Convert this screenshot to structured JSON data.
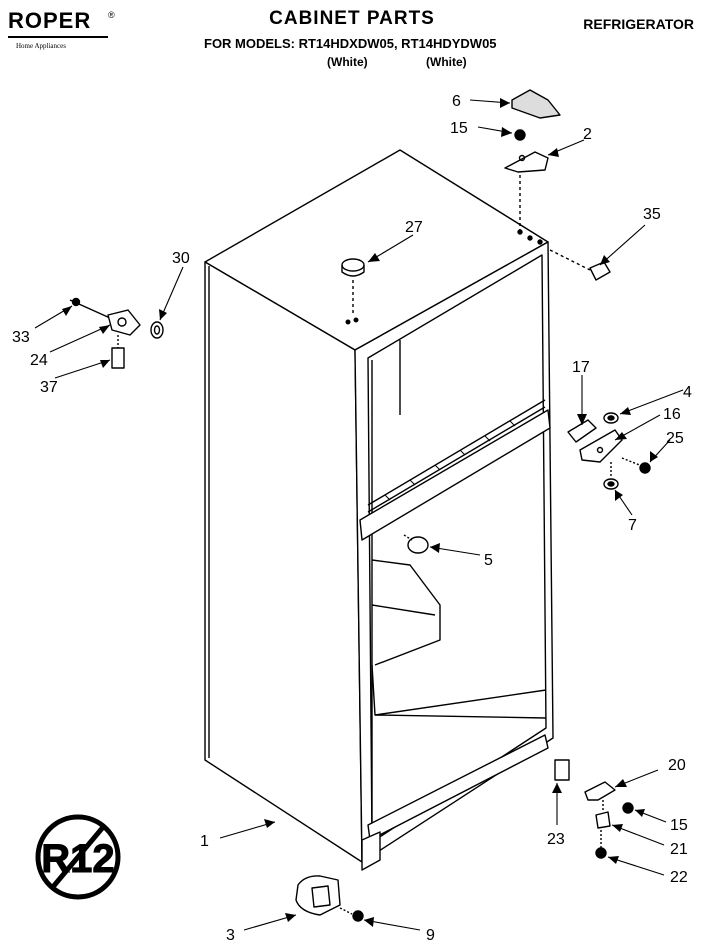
{
  "header": {
    "brand": "ROPER",
    "brand_mark": "®",
    "brand_tagline": "Home Appliances",
    "title": "CABINET PARTS",
    "models_line": "FOR MODELS: RT14HDXDW05, RT14HDYDW05",
    "variant_1": "(White)",
    "variant_2": "(White)",
    "product_type": "REFRIGERATOR"
  },
  "stamp": {
    "text": "R12"
  },
  "callouts": {
    "c1": "1",
    "c2": "2",
    "c3": "3",
    "c4": "4",
    "c5": "5",
    "c6": "6",
    "c7": "7",
    "c9": "9",
    "c15a": "15",
    "c15b": "15",
    "c16": "16",
    "c17": "17",
    "c20": "20",
    "c21": "21",
    "c22": "22",
    "c23": "23",
    "c24": "24",
    "c25": "25",
    "c27": "27",
    "c30": "30",
    "c33": "33",
    "c35": "35",
    "c37": "37"
  }
}
